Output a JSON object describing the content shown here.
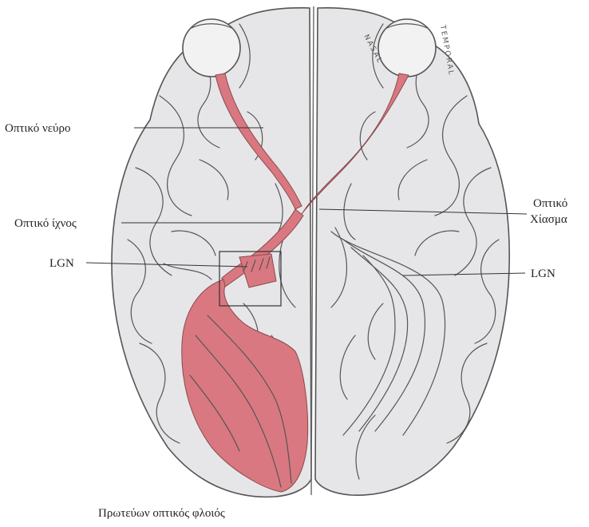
{
  "labels": {
    "optic_nerve": "Οπτικό νεύρο",
    "optic_tract": "Οπτικό ίχνος",
    "lgn_left": "LGN",
    "chiasm_line1": "Οπτικό",
    "chiasm_line2": "Χίασμα",
    "lgn_right": "LGN",
    "primary_visual_cortex": "Πρωτεύων οπτικός φλοιός"
  },
  "eye_annotations": {
    "nasal": "NASAL",
    "temporal": "TEMPORAL"
  },
  "colors": {
    "pathway": "#d97880",
    "brain": "#e6e6e8",
    "outline": "#555555"
  }
}
